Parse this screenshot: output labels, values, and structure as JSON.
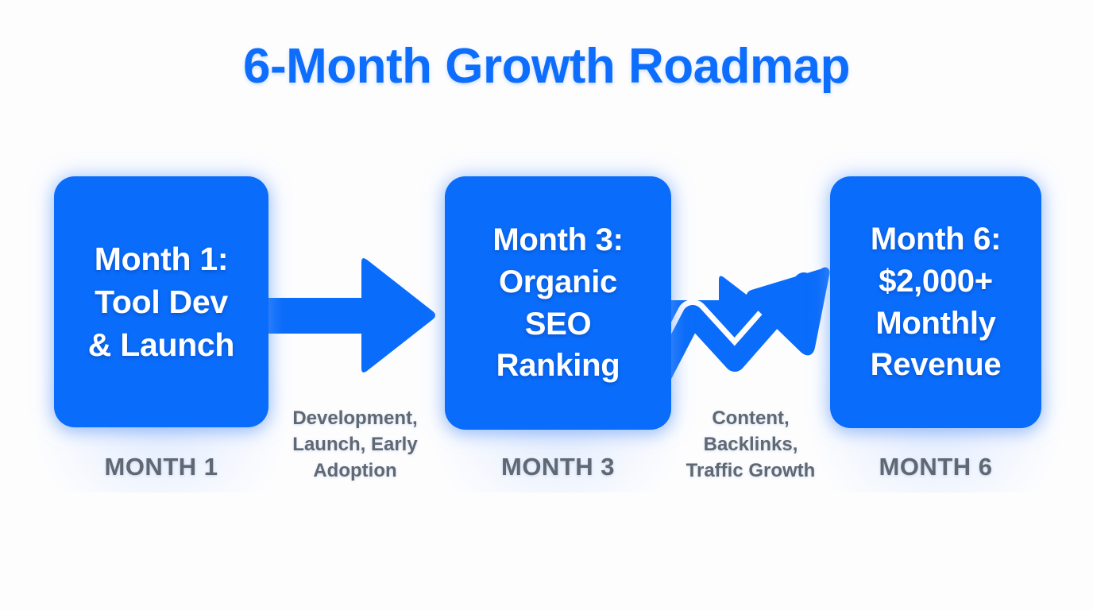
{
  "title": "6-Month Growth Roadmap",
  "colors": {
    "accent_blue": "#0a6cfa",
    "title_blue": "#0d6efd",
    "card_text": "#ffffff",
    "caption_gray": "#5f6873",
    "background": "#fdfdfe"
  },
  "milestones": [
    {
      "card_text": "Month 1:\nTool Dev\n& Launch",
      "month_label": "MONTH 1"
    },
    {
      "card_text": "Month 3:\nOrganic\nSEO\nRanking",
      "month_label": "MONTH 3"
    },
    {
      "card_text": "Month 6:\n$2,000+\nMonthly\nRevenue",
      "month_label": "MONTH 6"
    }
  ],
  "connectors": [
    {
      "caption": "Development,\nLaunch, Early\nAdoption",
      "icon": "arrow-right-icon"
    },
    {
      "caption": "Content,\nBacklinks,\nTraffic Growth",
      "icon": "trending-up-arrow-icon"
    }
  ]
}
